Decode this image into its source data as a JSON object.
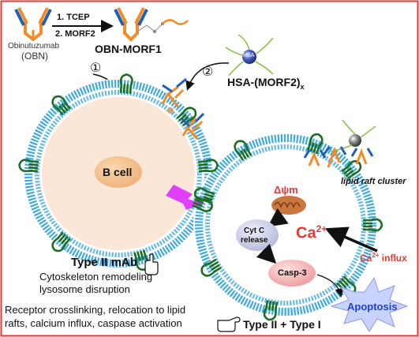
{
  "reaction": {
    "antibody_name": "Obinutuzumab",
    "antibody_abbrev": "(OBN)",
    "step1": "1. TCEP",
    "step2": "2. MORF2",
    "conjugate": "OBN-MORF1",
    "hsa_label": "HSA",
    "hsa_prefix": "HSA-(MORF2)",
    "hsa_subscript": "x",
    "circled_one": "①",
    "circled_two": "②"
  },
  "left_cell": {
    "nucleus_label": "B cell",
    "mechanism_title": "Type II mAb",
    "effect_1": "Cytoskeleton remodeling",
    "effect_2": "lysosome disruption"
  },
  "right_cell": {
    "cluster_label": "lipid raft cluster",
    "mito_label": "Δψm",
    "cytc_line1": "Cyt C",
    "cytc_line2": "release",
    "ca_base": "Ca",
    "ca_sup": "2+",
    "influx_base": "Ca",
    "influx_sup": "2+",
    "influx_text": " influx",
    "casp_label": "Casp-3",
    "apoptosis_label": "Apoptosis"
  },
  "footer": {
    "line1": "Receptor crosslinking, relocation to lipid",
    "line2": "rafts, calcium influx, caspase activation",
    "combo_label": "Type II + Type I"
  },
  "colors": {
    "border": "#e53935",
    "membrane": "#3fa9e0",
    "receptor": "#1b6e23",
    "antibody_orange": "#f28c28",
    "antibody_blue": "#1f5fb4",
    "nucleus": "#f5c08a",
    "cytoplasm": "#fbe7d8",
    "mito": "#b8643a",
    "bubble": "#c9cde8",
    "casp": "#f4a6a6",
    "arrow_magenta": "#e040fb",
    "apoptosis_fill": "#c8d2ff",
    "apoptosis_text": "#1c3fd1",
    "ca_red": "#e53935"
  }
}
